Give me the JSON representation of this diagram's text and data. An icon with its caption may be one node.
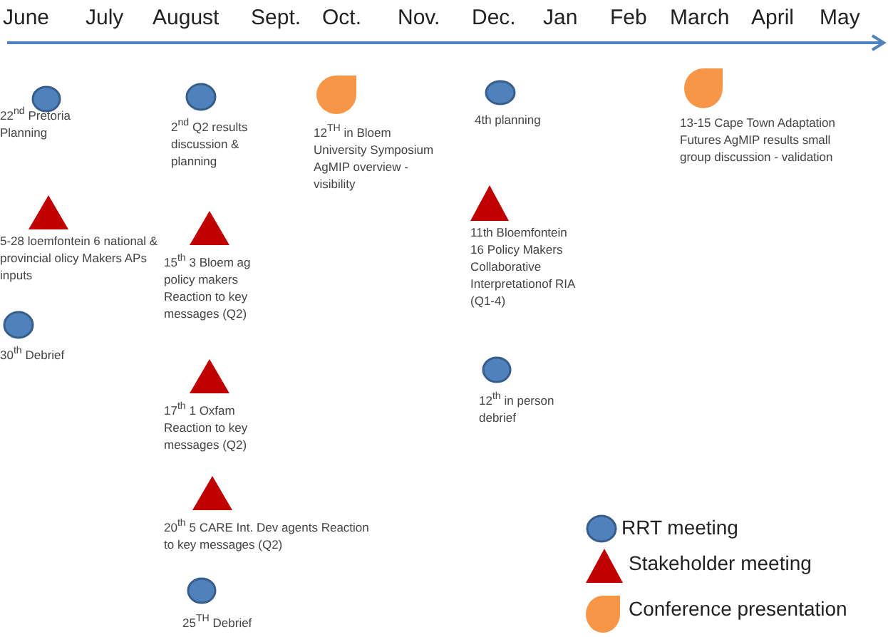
{
  "diagram": {
    "nodes": [
      {
        "text": [
          "22$^{nd}$ Pretoria Planning"
        ]
      },
      {
        "text": [
          "5-28 loemfontein 6 national & provincial olicy Makers APs inputs"
        ]
      },
      {
        "text": [
          "30$^{th}$ Debrief"
        ]
      },
      {
        "text": [
          "2$^{nd}$ Q2 results discussion & planning"
        ]
      },
      {
        "text": [
          "15$^{th}$ 3 Bloem ag policy makers Reaction to key messages (Q2)"
        ]
      },
      {
        "text": [
          "17$^{th}$ 1 Oxfam Reaction to key messages (Q2)"
        ]
      },
      {
        "text": [
          "20$^{th}$ 5 CARE Int. Dev agents Reaction to key messages (Q2)"
        ]
      },
      {
        "text": [
          "25$^{TH}$ Debrief"
        ]
      },
      {
        "text": [
          "12$^{TH}$ in Bloem University Symposium AgMIP overview - visibility"
        ]
      },
      {
        "text": [
          "4th planning"
        ]
      },
      {
        "text": [
          "11th Bloemfontein 16 Policy Makers Collaborative Interpretationof RIA (Q1-4)"
        ]
      },
      {
        "text": [
          "12$^{th}$ in person debrief"
        ]
      },
      {
        "text": [
          "13-15 Cape Town Adaptation Futures AgMIP results small group discussion - validation"
        ]
      }
    ],
    "edges": [],
    "labels": [
      "June",
      "July",
      "August",
      "Sept.",
      "Oct.",
      "Nov.",
      "Dec.",
      "Jan",
      "Feb",
      "March",
      "April",
      "May"
    ],
    "legend": [
      {
        "text": "RRT meeting"
      },
      {
        "text": "Stakeholder meeting"
      },
      {
        "text": "Conference presentation"
      }
    ]
  }
}
